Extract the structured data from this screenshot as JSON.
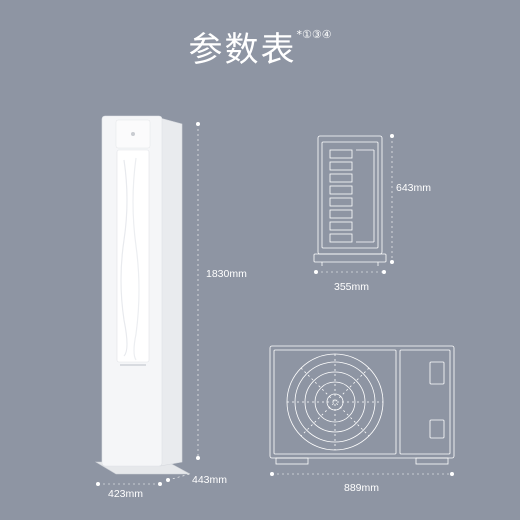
{
  "title": "参数表",
  "title_note": "*①③④",
  "indoor_unit": {
    "height": "1830mm",
    "width": "423mm",
    "depth": "443mm"
  },
  "outdoor_unit_side": {
    "height": "643mm",
    "depth": "355mm"
  },
  "outdoor_unit_front": {
    "width": "889mm"
  },
  "colors": {
    "background": "#8e95a3",
    "unit_body": "#f4f5f7",
    "line": "#ffffff"
  }
}
